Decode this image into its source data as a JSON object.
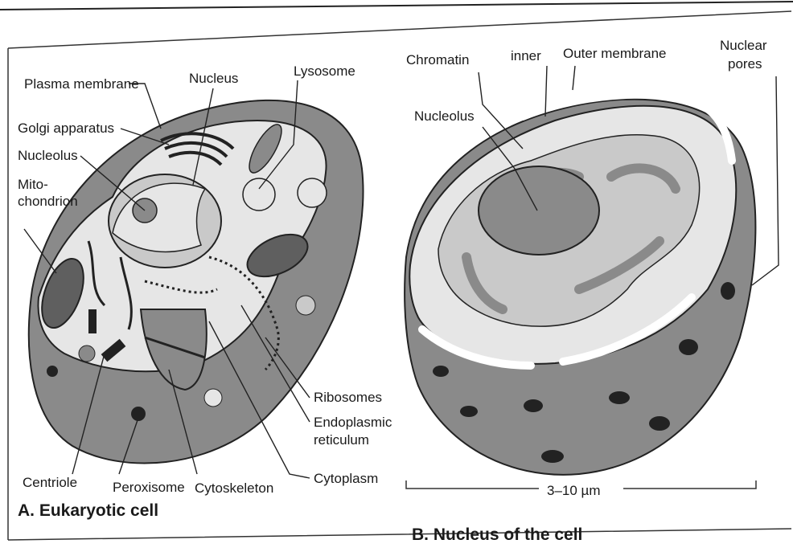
{
  "panel_a": {
    "caption": "A. Eukaryotic cell",
    "labels": {
      "plasma_membrane": "Plasma membrane",
      "nucleus": "Nucleus",
      "lysosome": "Lysosome",
      "golgi": "Golgi apparatus",
      "nucleolus": "Nucleolus",
      "mito_line1": "Mito-",
      "mito_line2": "chondrion",
      "ribosomes": "Ribosomes",
      "er_line1": "Endoplasmic",
      "er_line2": "reticulum",
      "cytoplasm": "Cytoplasm",
      "centriole": "Centriole",
      "peroxisome": "Peroxisome",
      "cytoskeleton": "Cytoskeleton"
    }
  },
  "panel_b": {
    "caption": "B. Nucleus of the cell",
    "labels": {
      "chromatin": "Chromatin",
      "inner": "inner",
      "outer_membrane": "Outer membrane",
      "pores_line1": "Nuclear",
      "pores_line2": "pores",
      "nucleolus": "Nucleolus"
    },
    "scale": "3–10 µm"
  },
  "colors": {
    "dark_gray": "#5f5f5f",
    "mid_gray": "#8a8a8a",
    "light_gray": "#c9c9c9",
    "pale": "#e6e6e6",
    "ink": "#1a1a1a"
  }
}
